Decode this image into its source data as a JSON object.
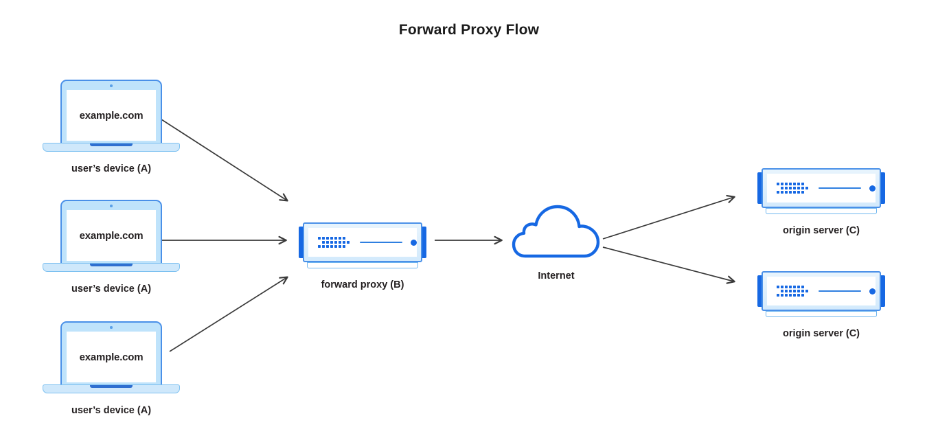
{
  "diagram": {
    "title": "Forward Proxy Flow",
    "type": "network-flow-diagram"
  },
  "colors": {
    "accent_blue": "#1668e3",
    "laptop_border": "#4a90e8",
    "laptop_lid": "#bfe3fb",
    "laptop_base": "#cfe8fb",
    "cloud_stroke": "#1668e3",
    "arrow": "#3a3a3a",
    "text": "#231f20",
    "background": "#ffffff"
  },
  "nodes": {
    "devices": [
      {
        "id": "A1",
        "icon": "laptop-icon",
        "screen_text": "example.com",
        "label": "user’s device (A)"
      },
      {
        "id": "A2",
        "icon": "laptop-icon",
        "screen_text": "example.com",
        "label": "user’s device (A)"
      },
      {
        "id": "A3",
        "icon": "laptop-icon",
        "screen_text": "example.com",
        "label": "user’s device (A)"
      }
    ],
    "proxy": {
      "id": "B",
      "icon": "server-icon",
      "label": "forward proxy (B)"
    },
    "internet": {
      "id": "INET",
      "icon": "cloud-icon",
      "label": "Internet"
    },
    "origins": [
      {
        "id": "C1",
        "icon": "server-icon",
        "label": "origin server (C)"
      },
      {
        "id": "C2",
        "icon": "server-icon",
        "label": "origin server (C)"
      }
    ]
  },
  "edges": [
    {
      "from": "A1",
      "to": "B",
      "style": "arrow"
    },
    {
      "from": "A2",
      "to": "B",
      "style": "arrow"
    },
    {
      "from": "A3",
      "to": "B",
      "style": "arrow"
    },
    {
      "from": "B",
      "to": "INET",
      "style": "arrow"
    },
    {
      "from": "INET",
      "to": "C1",
      "style": "arrow"
    },
    {
      "from": "INET",
      "to": "C2",
      "style": "arrow"
    }
  ]
}
